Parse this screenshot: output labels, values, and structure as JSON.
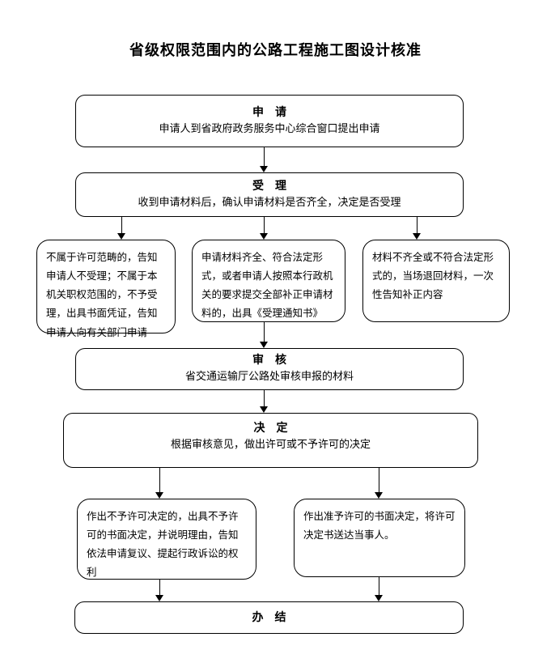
{
  "title": "省级权限范围内的公路工程施工图设计核准",
  "colors": {
    "border": "#000000",
    "background": "#ffffff",
    "text": "#000000"
  },
  "flow": {
    "apply": {
      "label": "申　请",
      "desc": "申请人到省政府政务服务中心综合窗口提出申请"
    },
    "accept": {
      "label": "受　理",
      "desc": "收到申请材料后，确认申请材料是否齐全，决定是否受理"
    },
    "branch_reject": {
      "desc": "不属于许可范畴的，告知申请人不受理；不属于本机关职权范围的，不予受理，出具书面凭证，告知申请人向有关部门申请"
    },
    "branch_accept": {
      "desc": "申请材料齐全、符合法定形式，或者申请人按照本行政机关的要求提交全部补正申请材料的，出具《受理通知书》"
    },
    "branch_return": {
      "desc": "材料不齐全或不符合法定形式的，当场退回材料，一次性告知补正内容"
    },
    "review": {
      "label": "审　核",
      "desc": "省交通运输厅公路处审核申报的材料"
    },
    "decide": {
      "label": "决　定",
      "desc": "根据审核意见，做出许可或不予许可的决定"
    },
    "deny": {
      "desc": "作出不予许可决定的，出具不予许可的书面决定，并说明理由，告知依法申请复议、提起行政诉讼的权利"
    },
    "grant": {
      "desc": "作出准予许可的书面决定，将许可决定书送达当事人。"
    },
    "complete": {
      "label": "办　结"
    }
  }
}
